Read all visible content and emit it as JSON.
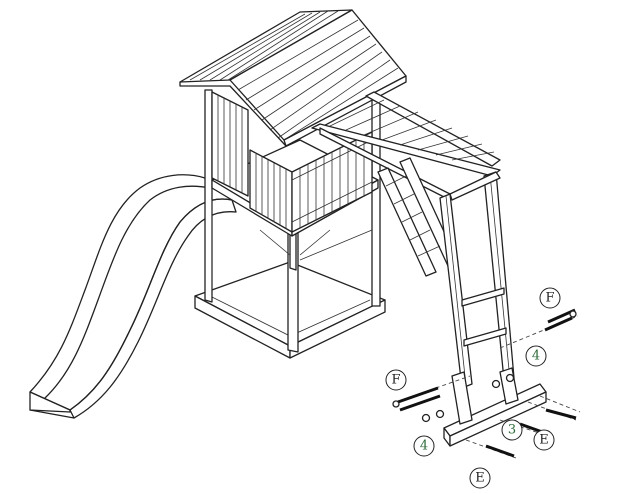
{
  "callouts": {
    "f_top": "F",
    "f_left": "F",
    "four_right": "4",
    "four_left": "4",
    "three": "3",
    "e_right": "E",
    "e_bottom": "E"
  },
  "colors": {
    "line": "#222222",
    "background": "#ffffff",
    "callout_number": "#2f6b3a"
  }
}
